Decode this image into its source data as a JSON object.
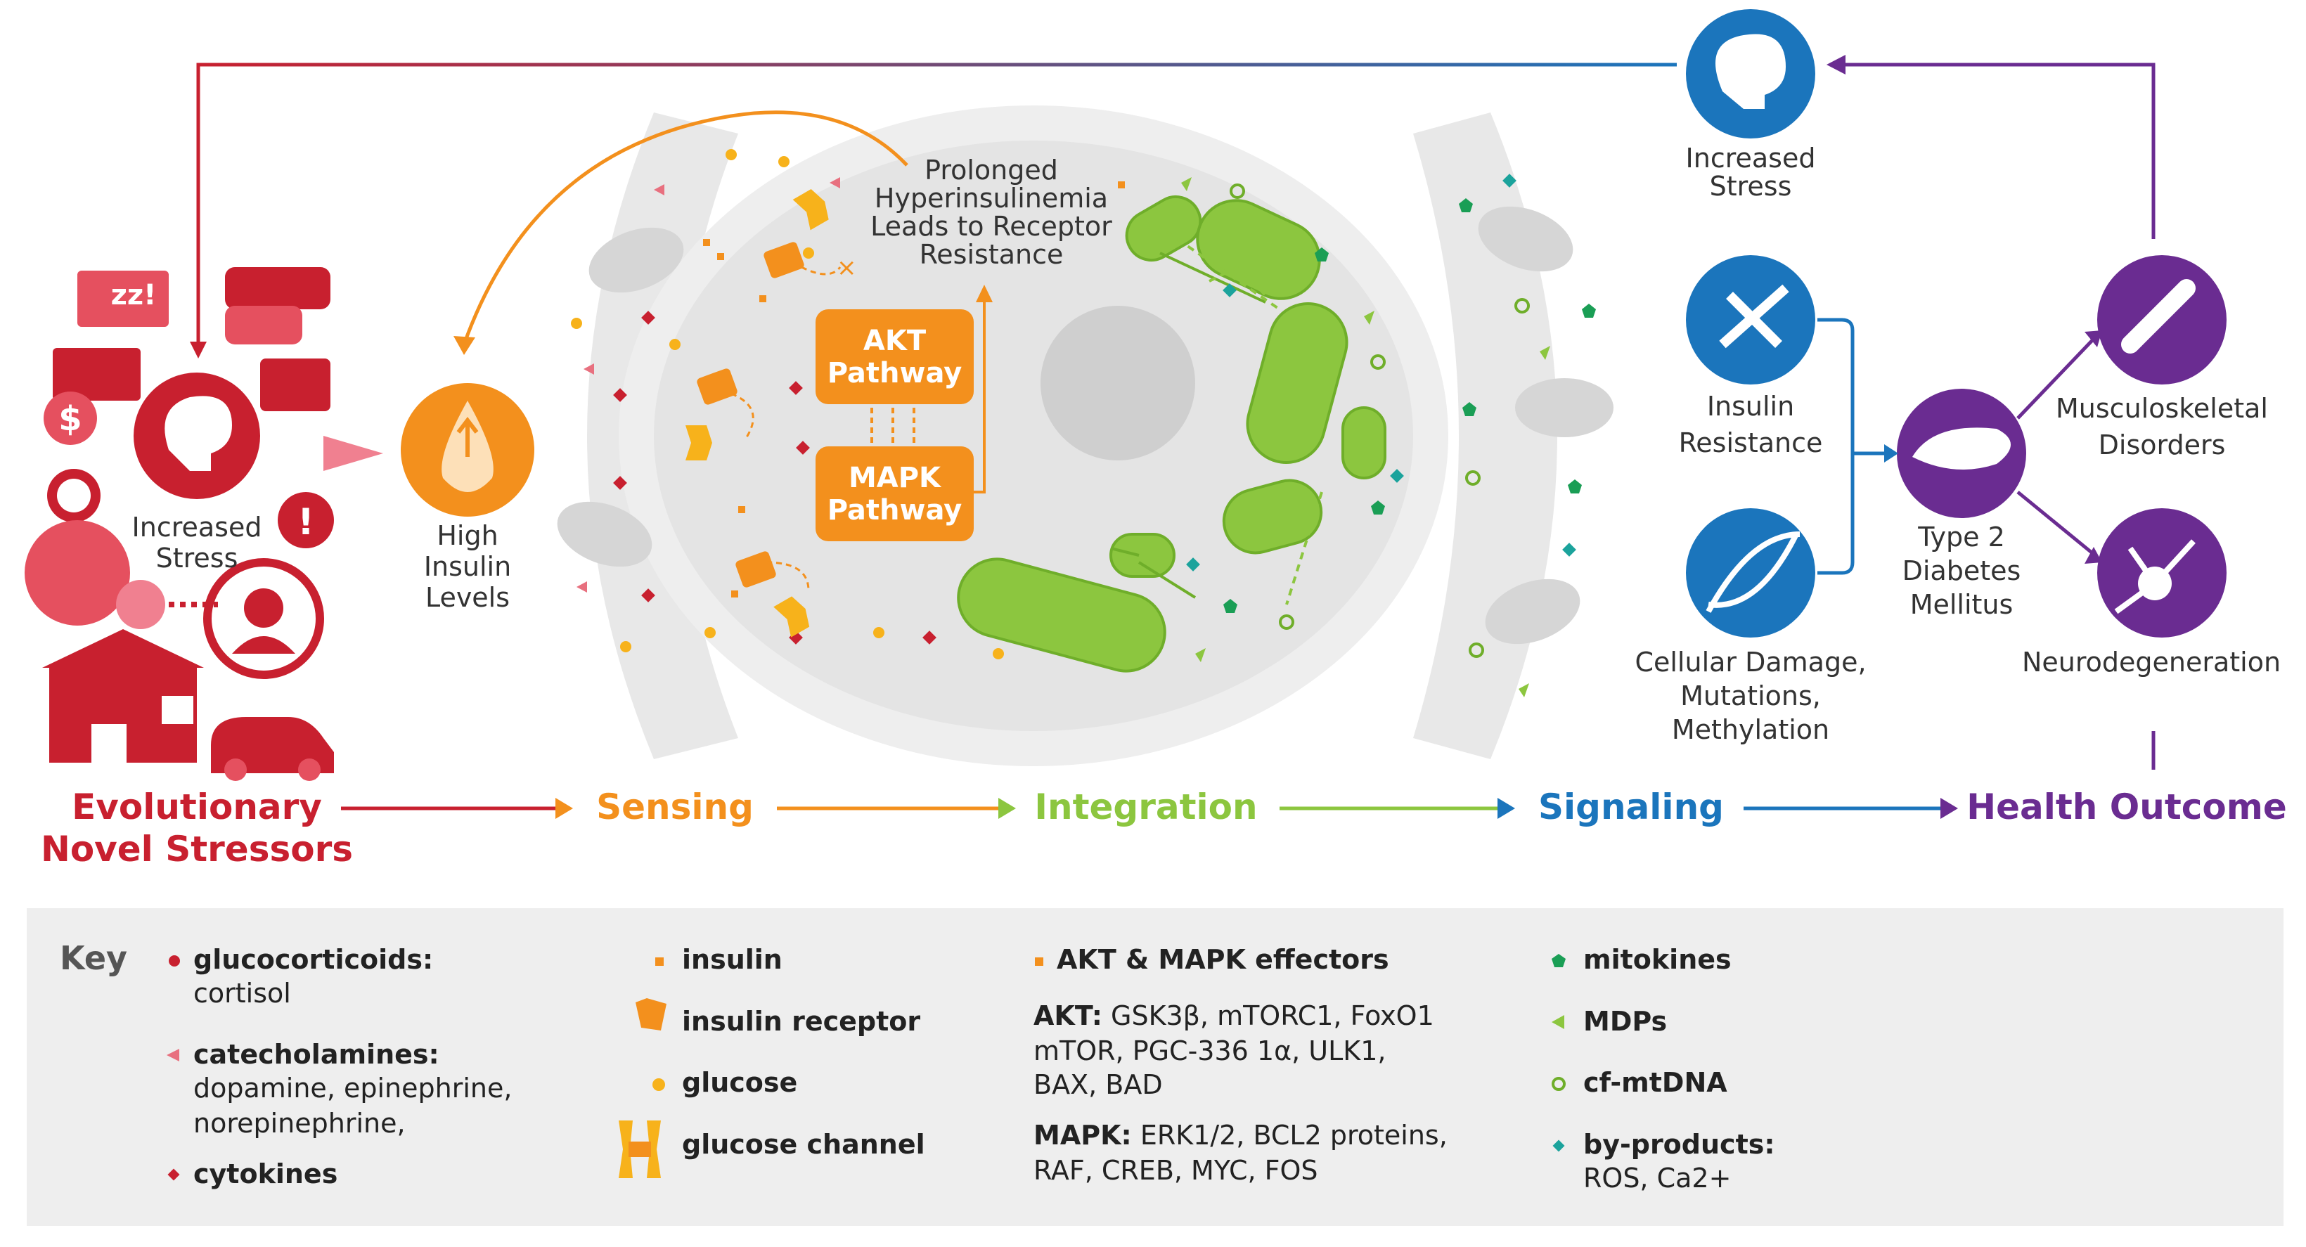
{
  "stages": {
    "evolutionary": {
      "line1": "Evolutionary",
      "line2": "Novel Stressors",
      "color": "#c8202f"
    },
    "sensing": {
      "label": "Sensing",
      "color": "#f3901d"
    },
    "integration": {
      "label": "Integration",
      "color": "#8cc63f"
    },
    "signaling": {
      "label": "Signaling",
      "color": "#1b75bc"
    },
    "health_outcome": {
      "label": "Health Outcome",
      "color": "#6a2c91"
    }
  },
  "labels": {
    "increased_stress_left": [
      "Increased",
      "Stress"
    ],
    "high_insulin": [
      "High",
      "Insulin",
      "Levels"
    ],
    "prolonged": [
      "Prolonged",
      "Hyperinsulinemia",
      "Leads to Receptor",
      "Resistance"
    ],
    "akt_pathway": [
      "AKT",
      "Pathway"
    ],
    "mapk_pathway": [
      "MAPK",
      "Pathway"
    ],
    "increased_stress_top": [
      "Increased",
      "Stress"
    ],
    "insulin_resistance": [
      "Insulin",
      "Resistance"
    ],
    "cellular_damage": [
      "Cellular Damage,",
      "Mutations,",
      "Methylation"
    ],
    "type2_diabetes": [
      "Type 2",
      "Diabetes",
      "Mellitus"
    ],
    "musculoskeletal": [
      "Musculoskeletal",
      "Disorders"
    ],
    "neurodegeneration": [
      "Neurodegeneration"
    ],
    "zzz_sign": "zz!"
  },
  "key": {
    "title": "Key",
    "col1": [
      {
        "bold": "glucocorticoids:",
        "text": "cortisol",
        "symbol": "dot-red"
      },
      {
        "bold": "catecholamines:",
        "text": "dopamine, epinephrine,",
        "text2": "norepinephrine,",
        "symbol": "triangle-pink"
      },
      {
        "bold": "cytokines",
        "symbol": "diamond-red"
      }
    ],
    "col2": [
      {
        "bold": "insulin",
        "symbol": "square-orange"
      },
      {
        "bold": "insulin receptor",
        "symbol": "receptor-orange"
      },
      {
        "bold": "glucose",
        "symbol": "dot-yellow"
      },
      {
        "bold": "glucose channel",
        "symbol": "channel-yellow"
      }
    ],
    "col3": {
      "effectors": "AKT & MAPK effectors",
      "akt_bold": "AKT:",
      "akt_line1": "GSK3β, mTORC1, FoxO1",
      "akt_line2": "mTOR, PGC-336 1α, ULK1,",
      "akt_line3": "BAX, BAD",
      "mapk_bold": "MAPK:",
      "mapk_line1": "ERK1/2, BCL2 proteins,",
      "mapk_line2": "RAF, CREB, MYC, FOS"
    },
    "col4": [
      {
        "bold": "mitokines",
        "symbol": "pentagon-green"
      },
      {
        "bold": "MDPs",
        "symbol": "triangle-green"
      },
      {
        "bold": "cf-mtDNA",
        "symbol": "ring-green"
      },
      {
        "bold": "by-products:",
        "text": "ROS, Ca2+",
        "symbol": "diamond-teal"
      }
    ]
  },
  "colors": {
    "red": "#c8202f",
    "orange": "#f3901d",
    "green": "#8cc63f",
    "blue": "#1b75bc",
    "purple": "#6a2c91",
    "cell_gray": "#e6e6e6"
  }
}
